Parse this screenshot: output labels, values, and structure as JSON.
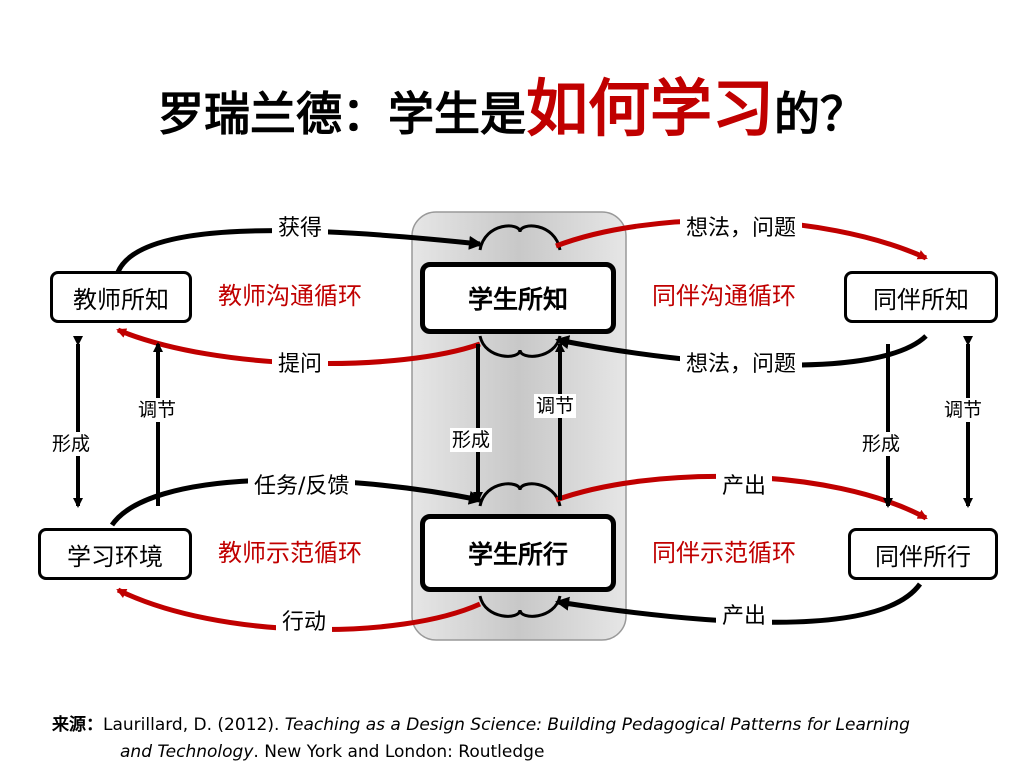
{
  "title": {
    "prefix": "罗瑞兰德：学生是",
    "emphasis": "如何学习",
    "suffix": "的？"
  },
  "nodes": {
    "teacher_knows": "教师所知",
    "student_knows": "学生所知",
    "peer_knows": "同伴所知",
    "learning_env": "学习环境",
    "student_does": "学生所行",
    "peer_does": "同伴所行"
  },
  "loops": {
    "teacher_comm": "教师沟通循环",
    "peer_comm": "同伴沟通循环",
    "teacher_model": "教师示范循环",
    "peer_model": "同伴示范循环"
  },
  "edges": {
    "acquire": "获得",
    "ideas_questions_top": "想法，问题",
    "ask": "提问",
    "ideas_questions_mid": "想法，问题",
    "task_feedback": "任务/反馈",
    "produce_top": "产出",
    "act": "行动",
    "produce_bottom": "产出",
    "form_left": "形成",
    "adjust_left": "调节",
    "form_center": "形成",
    "adjust_center": "调节",
    "form_right": "形成",
    "adjust_right": "调节"
  },
  "colors": {
    "accent_red": "#c00000",
    "panel_gray": "#d9d9d9",
    "line": "#000000"
  },
  "source": {
    "label": "来源：",
    "citation_plain": "Laurillard, D. (2012). ",
    "book_title_part1": "Teaching as a Design Science: Building Pedagogical Patterns for Learning",
    "book_title_part2": "and Technology",
    "publisher": ". New York and London: Routledge"
  }
}
